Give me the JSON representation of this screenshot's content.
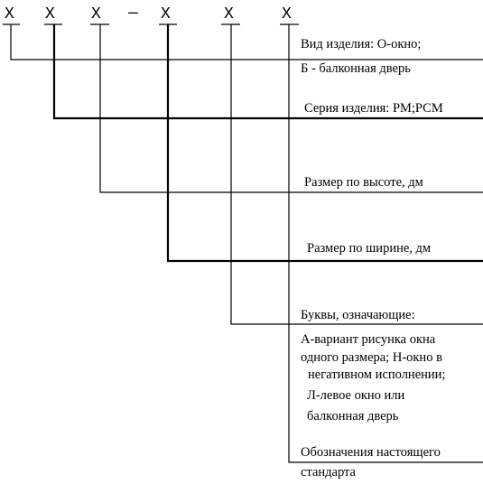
{
  "code_symbols": [
    "Х",
    "Х",
    "Х",
    "Х",
    "Х",
    "Х"
  ],
  "code_dash": "—",
  "labels": {
    "l1a": "Вид изделия: О-окно;",
    "l1b": "Б - балконная дверь",
    "l2": "Серия изделия: РМ;РСМ",
    "l3": "Размер по высоте, дм",
    "l4": "Размер по ширине, дм",
    "l5a": "Буквы, означающие:",
    "l5b": "А-вариант рисунка окна",
    "l5c": "одного размера; Н-окно в",
    "l5d": "негативном исполнении;",
    "l5e": "Л-левое окно или",
    "l5f": "балконная дверь",
    "l6a": "Обозначения настоящего",
    "l6b": "стандарта"
  }
}
